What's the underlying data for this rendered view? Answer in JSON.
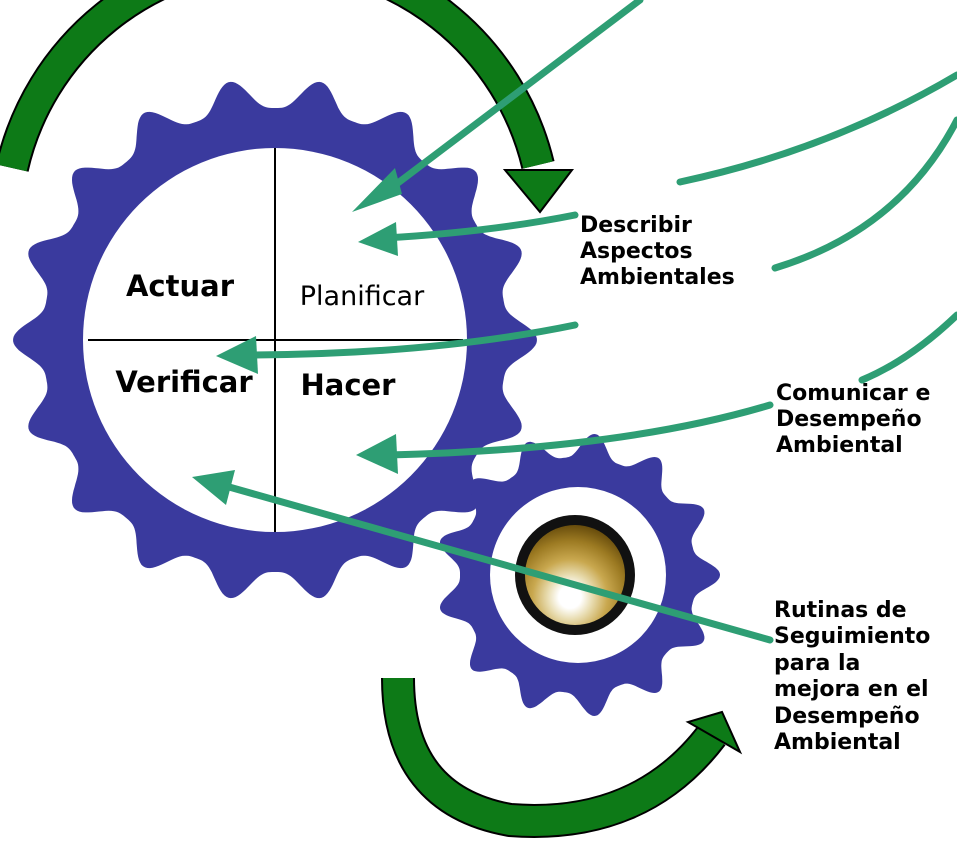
{
  "colors": {
    "gear": "#3a3a9e",
    "arrow": "#2e9e74",
    "cycle_arrow": "#0d7a17",
    "cycle_arrow_outline": "#000000",
    "hub_ring": "#111111",
    "hub_gold_dark": "#6e5410",
    "hub_gold_light": "#ffffff"
  },
  "quadrants": {
    "top_left": "Actuar",
    "top_right": "Planificar",
    "bottom_left": "Verificar",
    "bottom_right": "Hacer"
  },
  "side_labels": {
    "describe": "Describir\nAspectos\nAmbientales",
    "communicate": "Comunicar e\nDesempeño\nAmbiental",
    "routines": "Rutinas de\nSeguimiento\npara  la\nmejora en el\nDesempeño\nAmbiental"
  }
}
